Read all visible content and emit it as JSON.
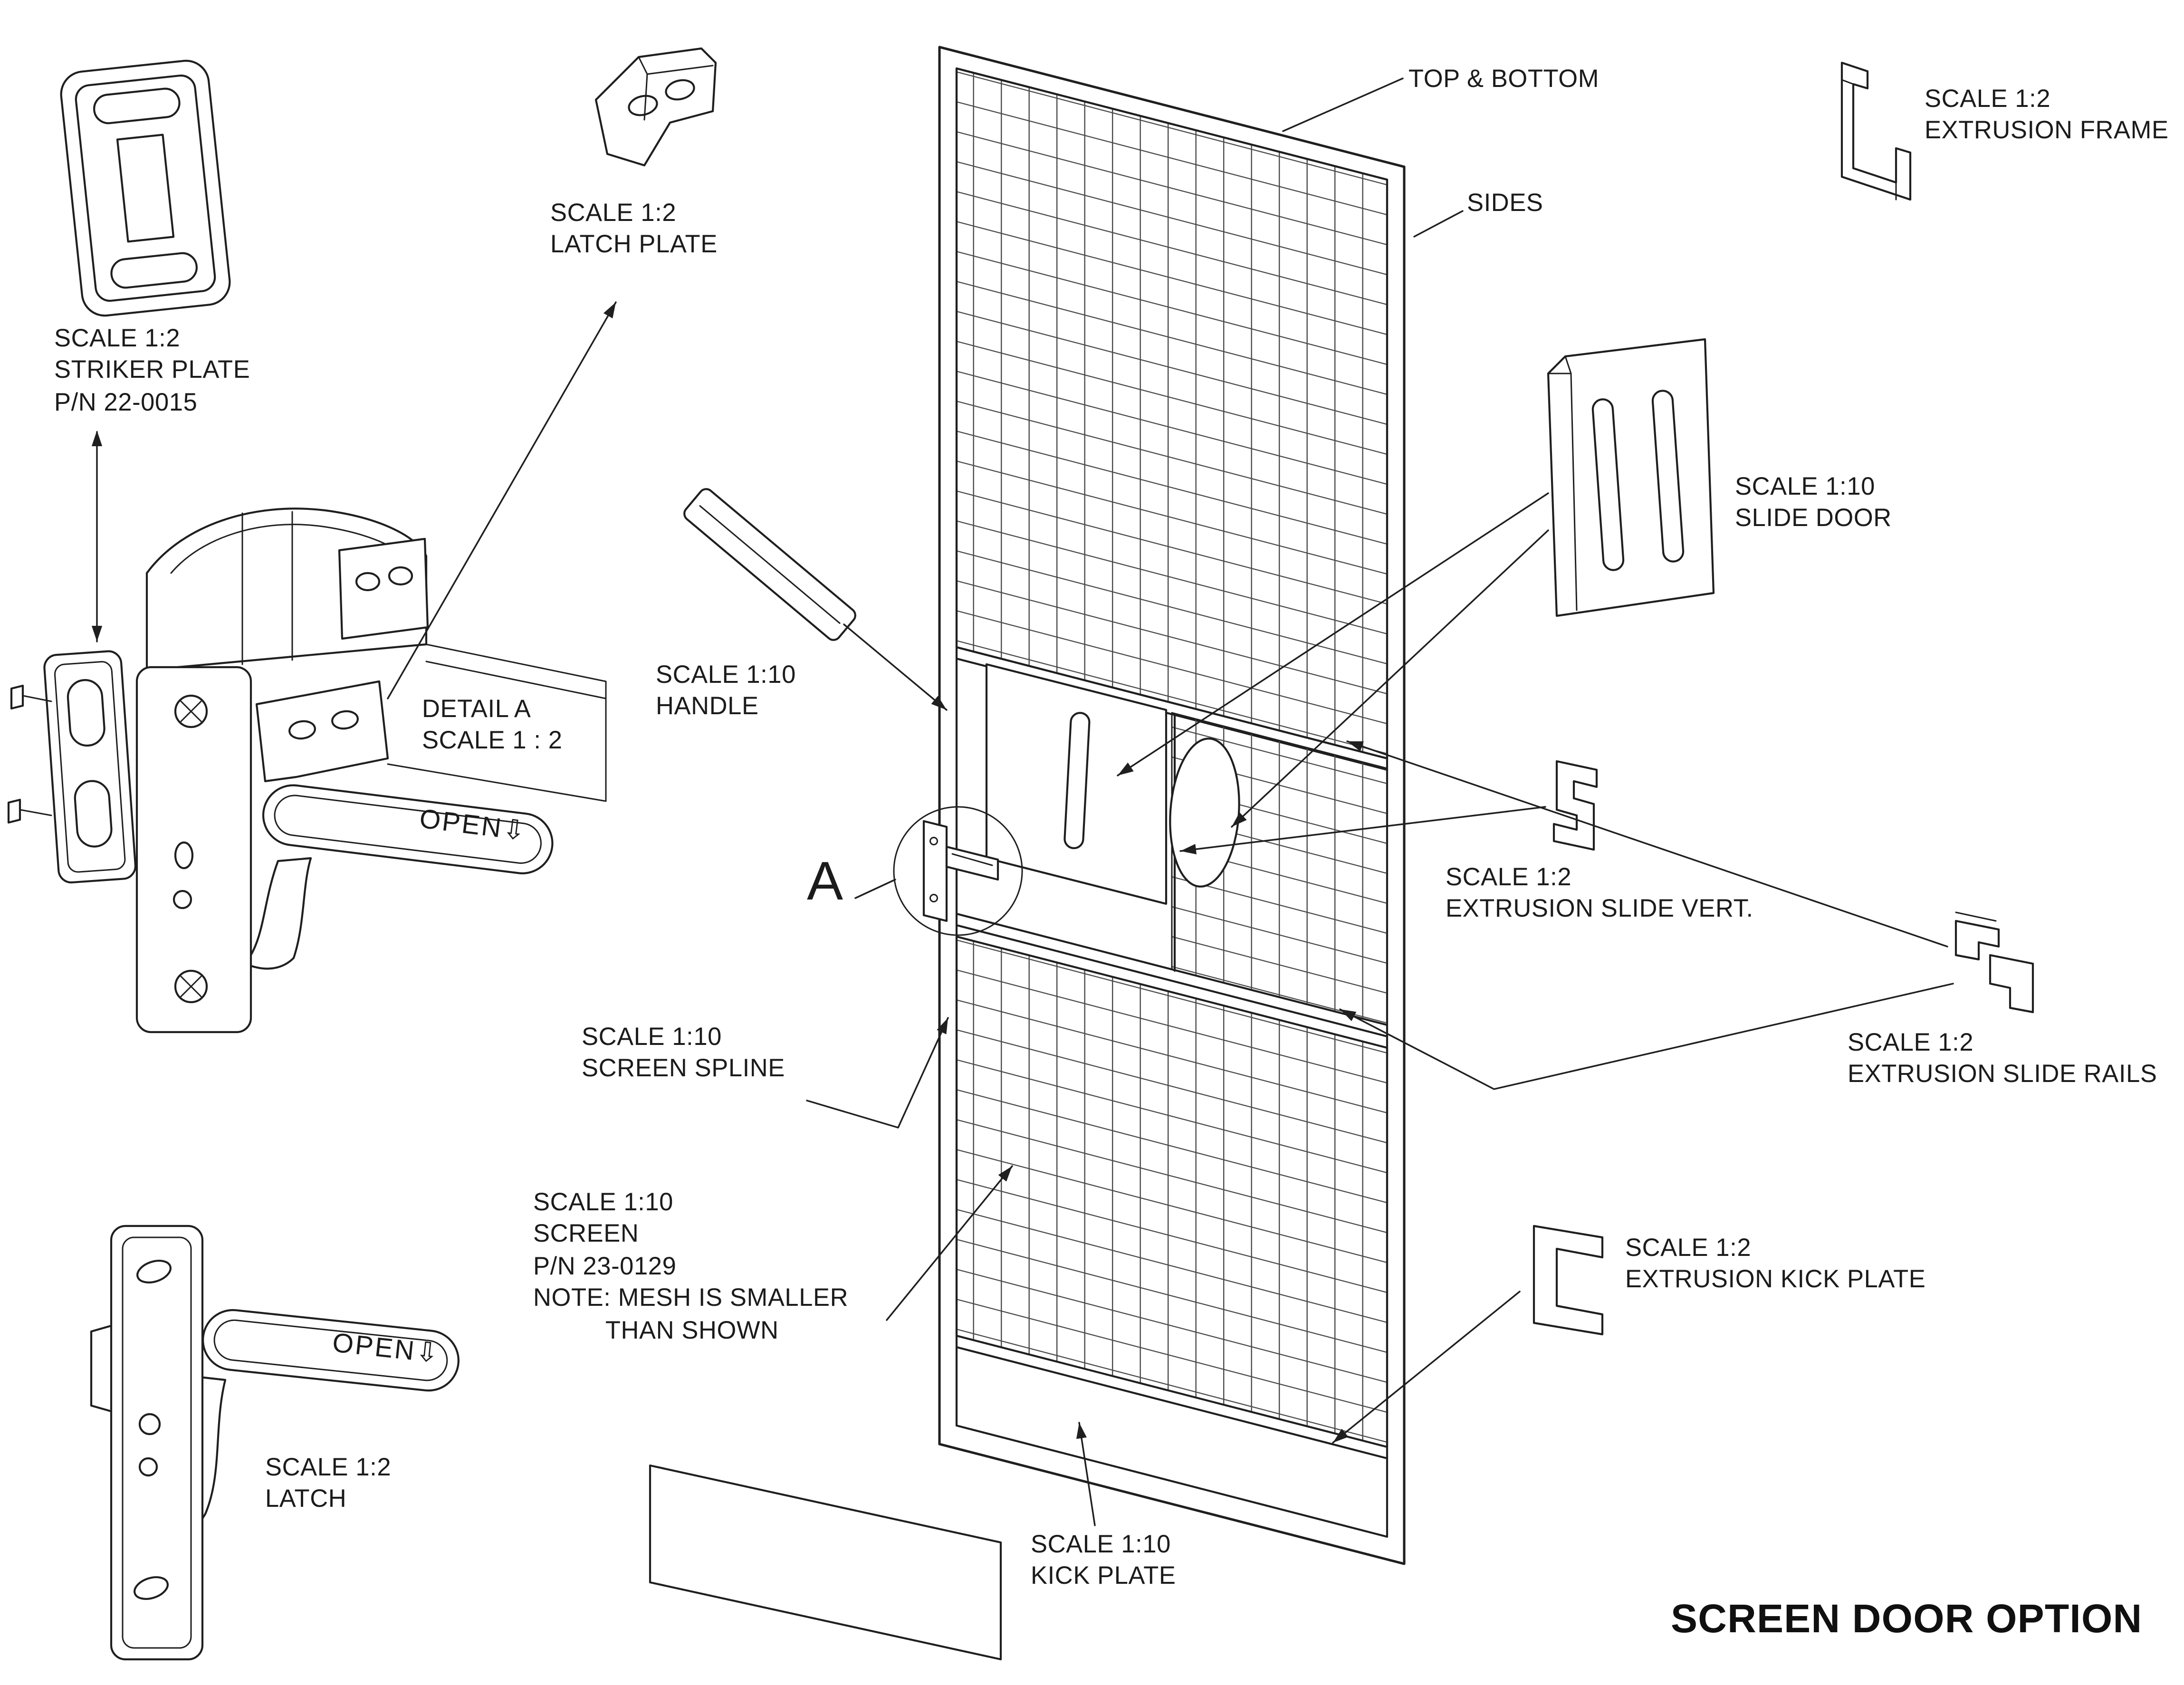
{
  "title": "SCREEN DOOR OPTION",
  "detail_marker": "A",
  "handle_text": "OPEN⇩",
  "labels": {
    "striker_plate": "SCALE 1:2\nSTRIKER PLATE\nP/N 22-0015",
    "latch_plate": "SCALE 1:2\nLATCH PLATE",
    "top_bottom": "TOP & BOTTOM",
    "sides": "SIDES",
    "extrusion_frame": "SCALE 1:2\nEXTRUSION FRAME",
    "slide_door": "SCALE 1:10\nSLIDE DOOR",
    "handle": "SCALE 1:10\nHANDLE",
    "detail_a": "DETAIL A\nSCALE 1 : 2",
    "extrusion_slide_vert": "SCALE 1:2\nEXTRUSION SLIDE VERT.",
    "extrusion_slide_rails": "SCALE 1:2\nEXTRUSION SLIDE RAILS",
    "screen_spline": "SCALE 1:10\nSCREEN SPLINE",
    "screen": "SCALE 1:10\nSCREEN\nP/N 23-0129\nNOTE: MESH IS SMALLER\n          THAN SHOWN",
    "latch": "SCALE 1:2\nLATCH",
    "kick_plate": "SCALE 1:10\nKICK PLATE",
    "extrusion_kick_plate": "SCALE 1:2\nEXTRUSION KICK PLATE"
  },
  "colors": {
    "line": "#1f1f1f",
    "background": "#ffffff"
  }
}
